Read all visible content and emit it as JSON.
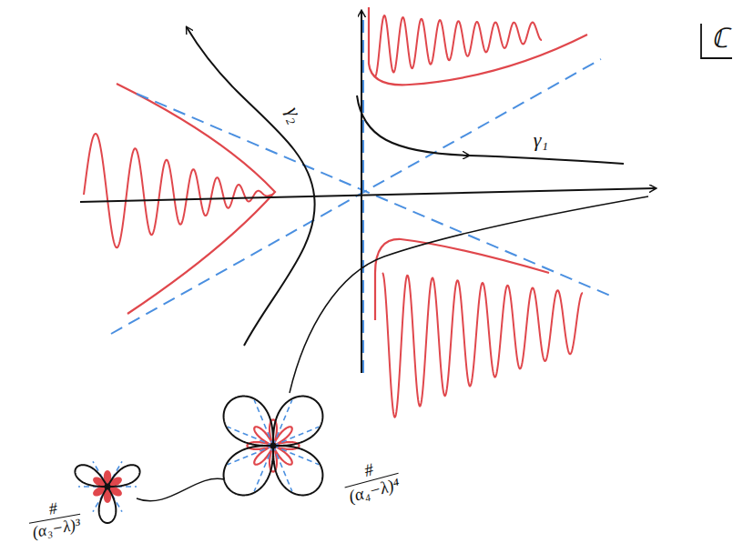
{
  "diagram": {
    "labels": [
      "ℂ",
      "γ₂",
      "γ₁",
      "#",
      "(α₄−λ)⁴",
      "#",
      "(α₃−λ)³"
    ]
  }
}
